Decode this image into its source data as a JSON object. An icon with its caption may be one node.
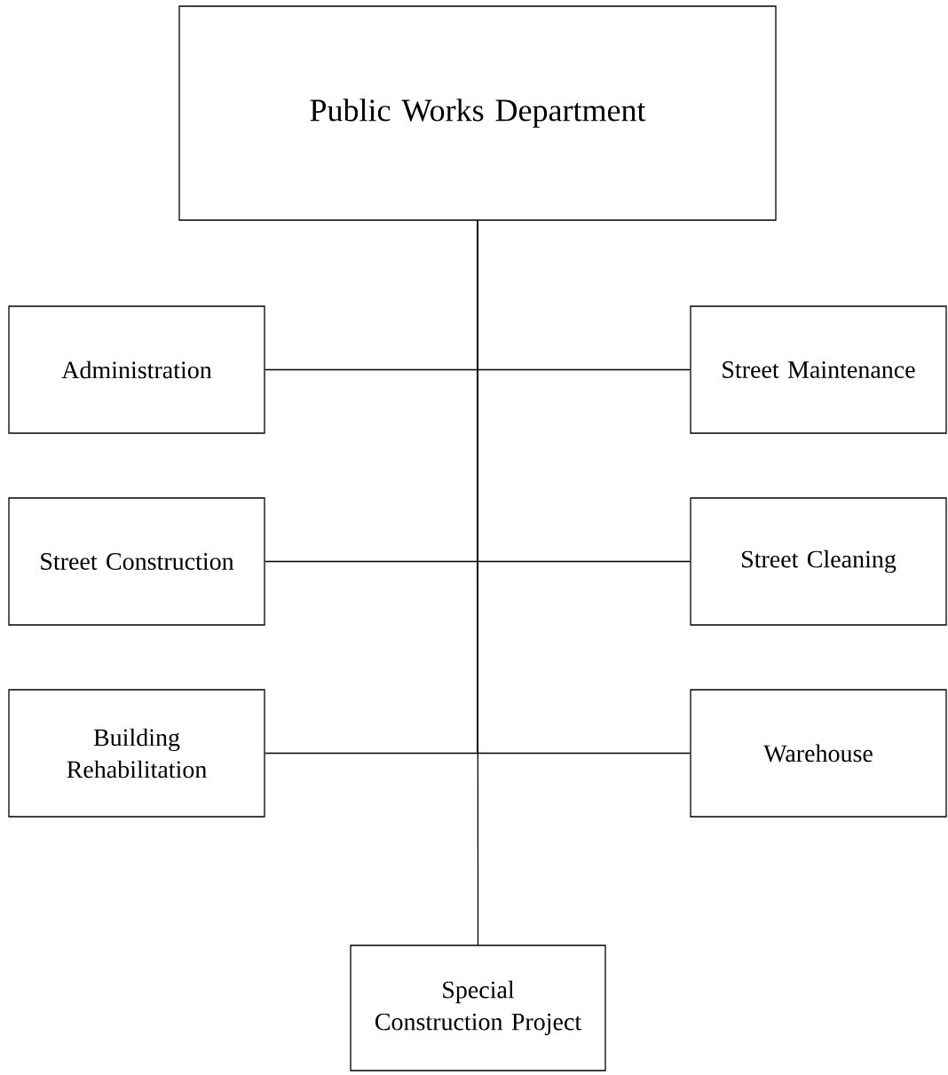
{
  "diagram": {
    "nodes": [
      {
        "text": [
          "Public Works Department"
        ]
      },
      {
        "text": [
          "Administration"
        ]
      },
      {
        "text": [
          "Street Maintenance"
        ]
      },
      {
        "text": [
          "Street Construction"
        ]
      },
      {
        "text": [
          "Street Cleaning"
        ]
      },
      {
        "text": [
          "Building Rehabilitation"
        ]
      },
      {
        "text": [
          "Warehouse"
        ]
      },
      {
        "text": [
          "Special Construction Project"
        ]
      }
    ],
    "edges": [
      {
        "from": 0,
        "to": 1,
        "arrow": "none"
      },
      {
        "from": 0,
        "to": 2,
        "arrow": "none"
      },
      {
        "from": 0,
        "to": 3,
        "arrow": "none"
      },
      {
        "from": 0,
        "to": 4,
        "arrow": "none"
      },
      {
        "from": 0,
        "to": 5,
        "arrow": "none"
      },
      {
        "from": 0,
        "to": 6,
        "arrow": "none"
      },
      {
        "from": 0,
        "to": 7,
        "arrow": "none"
      }
    ]
  }
}
